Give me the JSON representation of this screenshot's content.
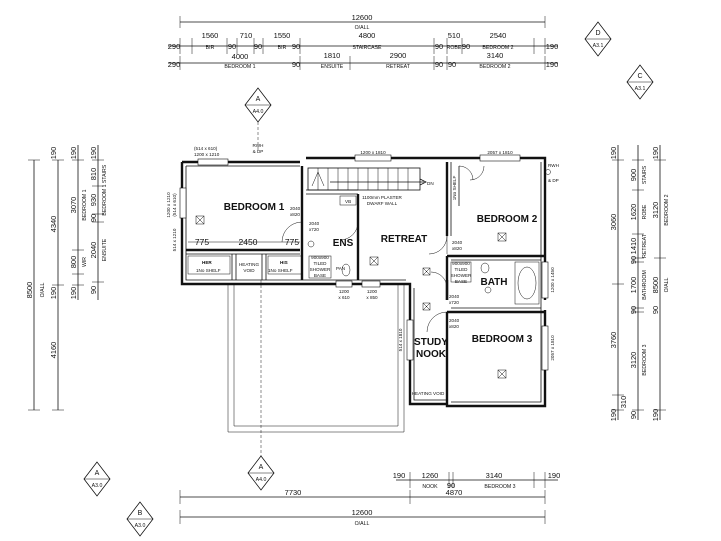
{
  "dims": {
    "top_overall": "12600",
    "top_overall_label": "O/ALL",
    "top_row1": [
      {
        "v": "1560",
        "l": "BIR"
      },
      {
        "v": "710",
        "l": ""
      },
      {
        "v": "1550",
        "l": "BIR"
      },
      {
        "v": "4800",
        "l": "STAIRCASE"
      },
      {
        "v": "510",
        "l": "ROBE"
      },
      {
        "v": "2540",
        "l": "BEDROOM 2"
      }
    ],
    "top_row1_small": [
      "290",
      "90",
      "90",
      "90",
      "90",
      "90",
      "190"
    ],
    "top_row2": [
      {
        "v": "4000",
        "l": "BEDROOM 1"
      },
      {
        "v": "1810",
        "l": "ENSUITE"
      },
      {
        "v": "2900",
        "l": "RETREAT"
      },
      {
        "v": "3140",
        "l": "BEDROOM 2"
      }
    ],
    "top_row2_small": [
      "290",
      "90",
      "90",
      "90",
      "190"
    ],
    "left_overall": "8500",
    "left_overall_label": "O/ALL",
    "left_a": [
      "4340",
      "4160"
    ],
    "left_b": [
      "3070",
      "800",
      "190"
    ],
    "left_b_labels": [
      "BEDROOM 1",
      "WIR"
    ],
    "left_c": [
      "190",
      "810",
      "930",
      "2040",
      "90"
    ],
    "left_c_labels": [
      "STAIRS",
      "BEDROOM 1",
      "ENSUITE"
    ],
    "left_small": [
      "190",
      "90",
      "190",
      "190"
    ],
    "right_a": [
      "3060",
      "3760"
    ],
    "right_a_small": [
      "190",
      "190",
      "310"
    ],
    "right_b": [
      "900",
      "1620",
      "1410",
      "90",
      "1700",
      "90",
      "3120"
    ],
    "right_b_labels": [
      "STAIRS",
      "ROBE",
      "RETREAT",
      "BATHROOM",
      "BEDROOM 3"
    ],
    "right_c": [
      "3120",
      "8500"
    ],
    "right_c_labels": [
      "BEDROOM 2",
      "O/ALL"
    ],
    "right_small": [
      "190",
      "90",
      "90",
      "190"
    ],
    "bottom_row1": [
      {
        "v": "190",
        "l": ""
      },
      {
        "v": "1260",
        "l": "NOOK"
      },
      {
        "v": "90",
        "l": ""
      },
      {
        "v": "3140",
        "l": "BEDROOM 3"
      },
      {
        "v": "190",
        "l": ""
      }
    ],
    "bottom_row2": [
      "7730",
      "4870"
    ],
    "bottom_overall": "12600",
    "bottom_overall_label": "O/ALL"
  },
  "markers": [
    {
      "letter": "D",
      "ref": "A3.1"
    },
    {
      "letter": "C",
      "ref": "A3.1"
    },
    {
      "letter": "A",
      "ref": "A4.0"
    },
    {
      "letter": "A",
      "ref": "A3.0"
    },
    {
      "letter": "A",
      "ref": "A4.0"
    },
    {
      "letter": "B",
      "ref": "A3.0"
    }
  ],
  "rooms": {
    "bedroom1": "BEDROOM 1",
    "bedroom2": "BEDROOM 2",
    "bedroom3": "BEDROOM 3",
    "retreat": "RETREAT",
    "ens": "ENS",
    "bath": "BATH",
    "study": "STUDY",
    "nook": "NOOK"
  },
  "notes": {
    "rwh": "RWH",
    "dp": "& DP",
    "win_b1_top1": "(514 x 610)",
    "win_b1_top2": "1200 x 1210",
    "win_b1_side1": "1200 x 1210",
    "win_b1_side2": "(514 x 610)",
    "win_b1_side3": "514 x 1210",
    "win_ret_top": "1200 x 1810",
    "win_b2_top": "2057 x 1810",
    "win_b2_side": "1200 x 1450",
    "win_b3_side": "2057 x 1810",
    "win_nook": "514 x 1810",
    "win_ens1": "1200",
    "win_ens1b": "x 610",
    "win_ens2": "1200",
    "win_ens2b": "x 850",
    "dwarf1": "1100mm PLASTER",
    "dwarf2": "DWARF WALL",
    "dn": "DN",
    "d1": "2040",
    "d1b": "x820",
    "d2": "2040",
    "d2b": "x720",
    "d3": "2040",
    "d3b": "x820",
    "d4": "2040",
    "d4b": "x720",
    "d5": "2040",
    "d5b": "x820",
    "her": "HER",
    "his": "HIS",
    "shelf": "1No SHELF",
    "shelf2": "1No SHELF",
    "heating_void": "HEATING",
    "heating_void_b": "VOID",
    "heating_void2": "HEATING VOID",
    "shower1": "900x900",
    "shower1b": "TILED",
    "shower1c": "SHOWER",
    "shower1d": "BASE",
    "shower2": "900x900",
    "shower2b": "TILED",
    "shower2c": "SHOWER",
    "shower2d": "BASE",
    "pan": "PAN",
    "vb": "VB",
    "robe_shelf": "1No SHELF",
    "dim775a": "775",
    "dim2450": "2450",
    "dim775b": "775"
  }
}
